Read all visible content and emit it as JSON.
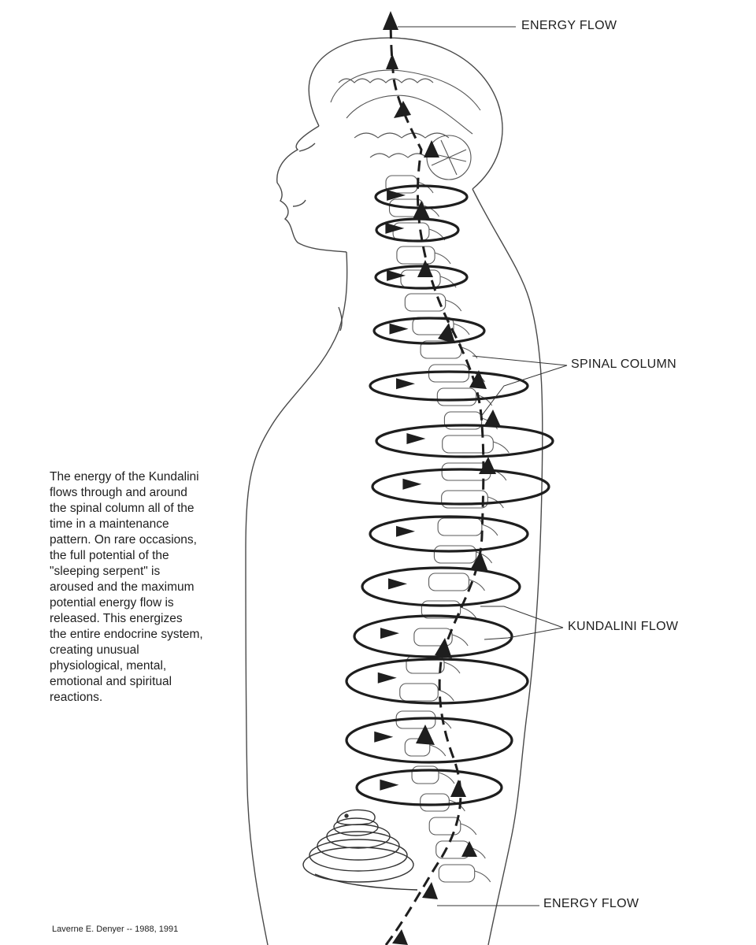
{
  "labels": {
    "energy_flow_top": "ENERGY FLOW",
    "spinal_column": "SPINAL COLUMN",
    "kundalini_flow": "KUNDALINI FLOW",
    "energy_flow_bottom": "ENERGY FLOW"
  },
  "description_lines": [
    "The energy of the Kundalini",
    "flows through and around",
    "the spinal column all of the",
    "time in a maintenance",
    "pattern.  On rare occasions,",
    "the full potential of the",
    "\"sleeping serpent\" is",
    "aroused and the maximum",
    "potential energy flow is",
    "released.  This energizes",
    "the entire endocrine system,",
    "creating unusual",
    "physiological, mental,",
    "emotional and spiritual",
    "reactions."
  ],
  "credit": "Laverne E. Denyer -- 1988, 1991",
  "colors": {
    "ink": "#1e1e1e",
    "line": "#3a3a3a",
    "background": "#ffffff"
  }
}
